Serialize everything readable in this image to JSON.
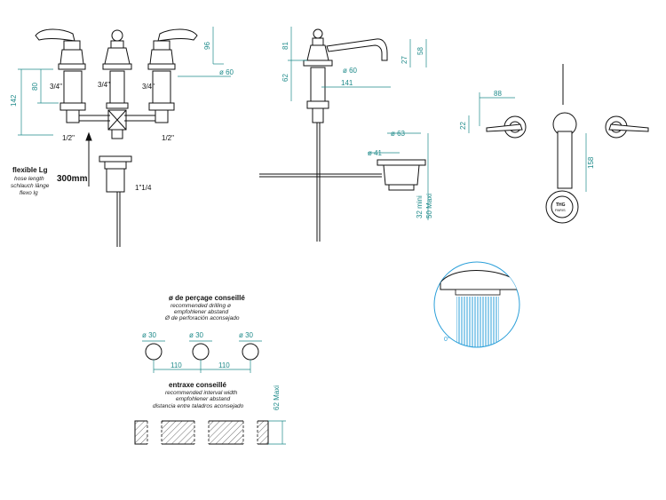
{
  "colors": {
    "line": "#111111",
    "dimension": "#1e8a8a",
    "spray": "#2b9fd9",
    "hatch": "#444444"
  },
  "front_view": {
    "dims": {
      "h96": "96",
      "d60": "ø 60",
      "h142": "142",
      "h80": "80",
      "t34a": "3/4\"",
      "t34b": "3/4\"",
      "t34c": "3/4\"",
      "t12a": "1/2\"",
      "t12b": "1/2\"",
      "t114": "1\"1/4"
    },
    "hose": {
      "title": "flexible Lg",
      "en": "hose length",
      "de": "schlauch länge",
      "es": "flexo lg",
      "length": "300mm"
    }
  },
  "side_view": {
    "dims": {
      "h81": "81",
      "h62": "62",
      "d60": "ø 60",
      "l141": "141",
      "h27": "27",
      "h58": "58",
      "d63": "ø 63",
      "d41": "ø 41",
      "min": "32 mini",
      "max": "50 Maxi"
    }
  },
  "top_view": {
    "dims": {
      "w88": "88",
      "h22": "22",
      "l158": "158"
    },
    "badge": [
      "THG",
      "PARIS"
    ]
  },
  "detail": {
    "angle": "0°"
  },
  "drilling": {
    "title": "ø de perçage conseillé",
    "en": "recommended drilling ø",
    "de": "empfohlener abstand",
    "es": "Ø de perforación aconsejado",
    "hole_diameters": [
      "ø 30",
      "ø 30",
      "ø 30"
    ],
    "spacings": [
      "110",
      "110"
    ]
  },
  "interval": {
    "title": "entraxe conseillé",
    "en": "recommended interval width",
    "de": "empfohlener abstand",
    "es": "distancia entre taladros aconsejado",
    "max": "62 Maxi"
  }
}
